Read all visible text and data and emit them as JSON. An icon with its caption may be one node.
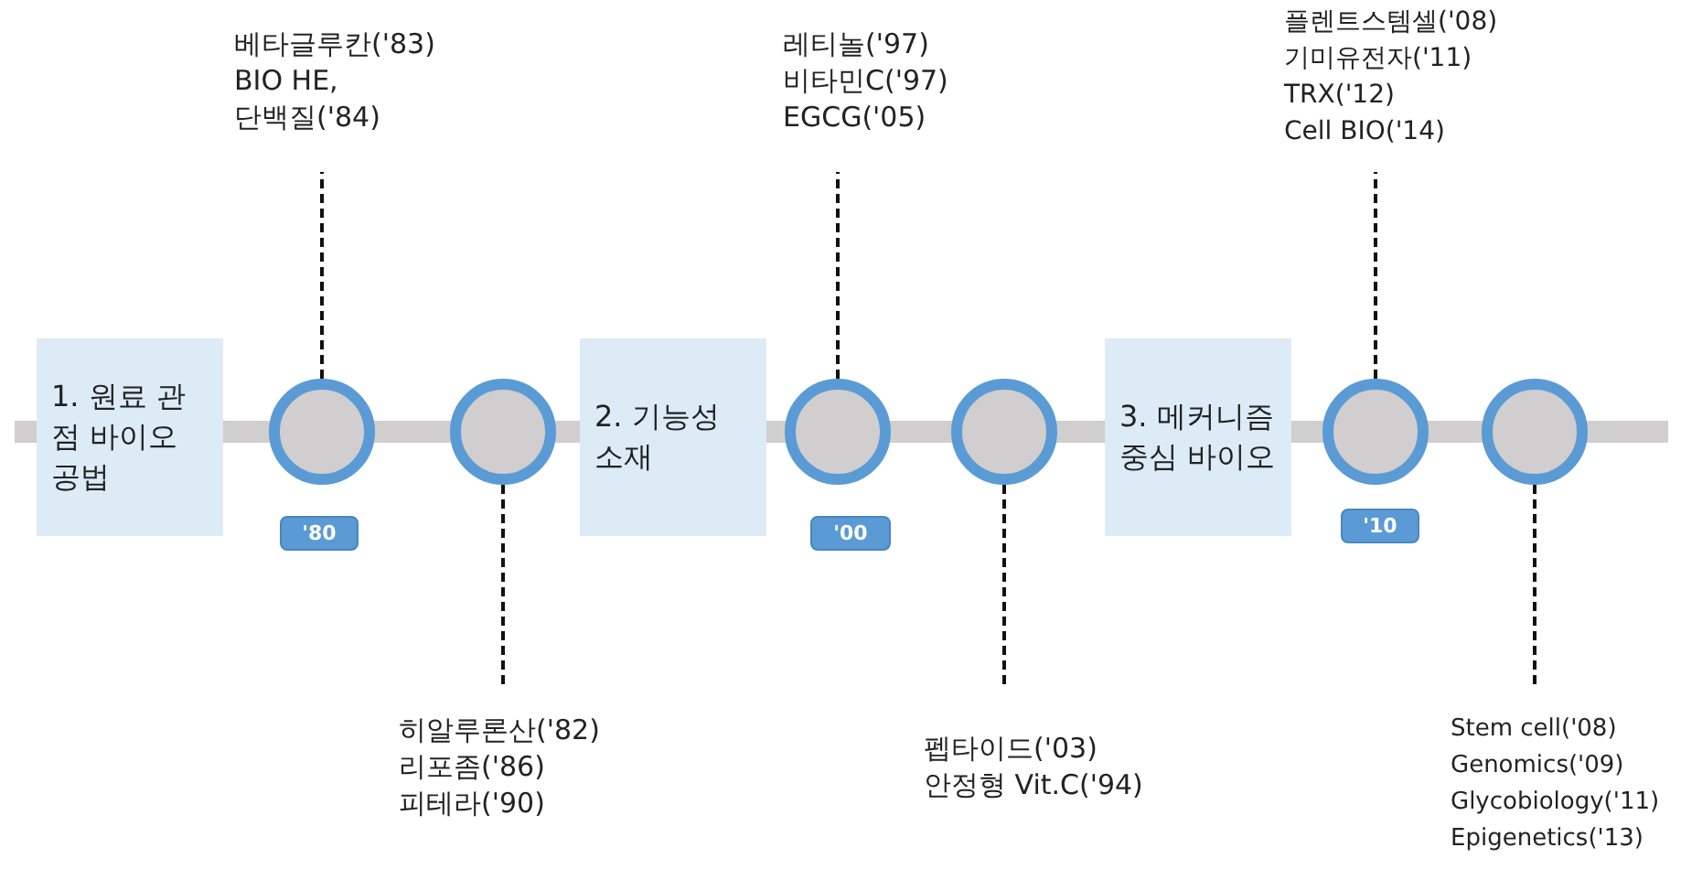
{
  "diagram": {
    "nodes": [
      {
        "text": [
          "1. 원료 관점 바이오 공법"
        ]
      },
      {
        "text": [],
        "shape": "circle"
      },
      {
        "text": [],
        "shape": "circle"
      },
      {
        "text": [
          "2. 기능성 소재"
        ]
      },
      {
        "text": [],
        "shape": "circle"
      },
      {
        "text": [],
        "shape": "circle"
      },
      {
        "text": [
          "3. 메커니즘 중심 바이오"
        ]
      },
      {
        "text": [],
        "shape": "circle"
      },
      {
        "text": [],
        "shape": "circle"
      },
      {
        "text": [
          "베타글루칸('83)",
          "BIO HE,",
          "단백질('84)"
        ]
      },
      {
        "text": [
          "히알루론산('82)",
          "리포좀('86)",
          "피테라('90)"
        ]
      },
      {
        "text": [
          "레티놀('97)",
          "비타민C('97)",
          "EGCG('05)"
        ]
      },
      {
        "text": [
          "펩타이드('03)",
          "안정형 Vit.C('94)"
        ]
      },
      {
        "text": [
          "플렌트스템셀('08)",
          "기미유전자('11)",
          "TRX('12)",
          "Cell BIO('14)"
        ]
      },
      {
        "text": [
          "Stem cell('08)",
          "Genomics('09)",
          "Glycobiology('11)",
          "Epigenetics('13)"
        ]
      },
      {
        "text": [
          "'80"
        ]
      },
      {
        "text": [
          "'00"
        ]
      },
      {
        "text": [
          "'10"
        ]
      }
    ],
    "edges": [
      {
        "from": 1,
        "to": 9,
        "arrow": "none",
        "style": "dashed"
      },
      {
        "from": 2,
        "to": 10,
        "arrow": "none",
        "style": "dashed"
      },
      {
        "from": 4,
        "to": 11,
        "arrow": "none",
        "style": "dashed"
      },
      {
        "from": 5,
        "to": 12,
        "arrow": "none",
        "style": "dashed"
      },
      {
        "from": 7,
        "to": 13,
        "arrow": "none",
        "style": "dashed"
      },
      {
        "from": 8,
        "to": 14,
        "arrow": "none",
        "style": "dashed"
      }
    ]
  }
}
